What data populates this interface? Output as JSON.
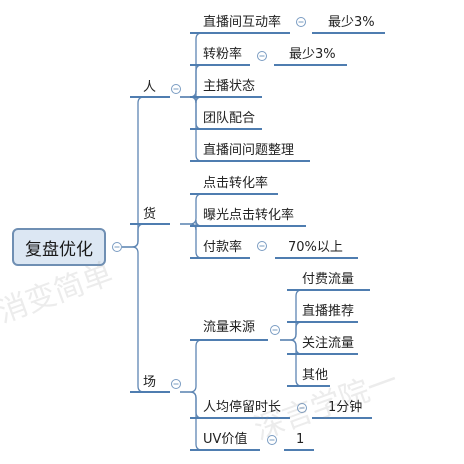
{
  "mindmap": {
    "root": "复盘优化",
    "branches": [
      {
        "label": "人",
        "children": [
          {
            "label": "直播间互动率",
            "children": [
              {
                "label": "最少3%"
              }
            ]
          },
          {
            "label": "转粉率",
            "children": [
              {
                "label": "最少3%"
              }
            ]
          },
          {
            "label": "主播状态"
          },
          {
            "label": "团队配合"
          },
          {
            "label": "直播间问题整理"
          }
        ]
      },
      {
        "label": "货",
        "children": [
          {
            "label": "点击转化率"
          },
          {
            "label": "曝光点击转化率"
          },
          {
            "label": "付款率",
            "children": [
              {
                "label": "70%以上"
              }
            ]
          }
        ]
      },
      {
        "label": "场",
        "children": [
          {
            "label": "流量来源",
            "children": [
              {
                "label": "付费流量"
              },
              {
                "label": "直播推荐"
              },
              {
                "label": "关注流量"
              },
              {
                "label": "其他"
              }
            ]
          },
          {
            "label": "人均停留时长",
            "children": [
              {
                "label": "1分钟"
              }
            ]
          },
          {
            "label": "UV价值",
            "children": [
              {
                "label": "1"
              }
            ]
          }
        ]
      }
    ]
  },
  "watermarks": [
    "消变简单",
    "深言学院一"
  ],
  "colors": {
    "line": "#5f86b3",
    "underline": "#4f7db0",
    "collapse": "#7a9cc2",
    "root_fill": "#dce7f3",
    "root_border": "#6f8fb3"
  }
}
